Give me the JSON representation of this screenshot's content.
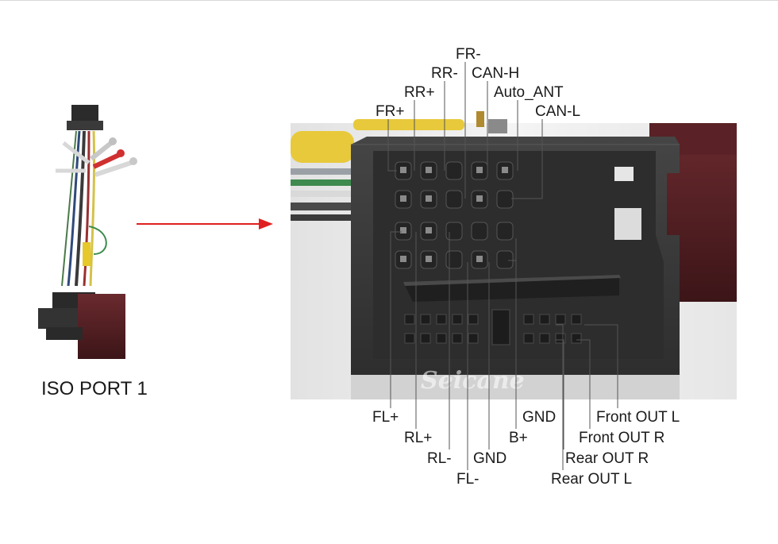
{
  "port_title": "ISO PORT 1",
  "watermark": "Seicane",
  "colors": {
    "arrow": "#e02020",
    "connector_body": "#3a3a3a",
    "photo_background": "#ececec"
  },
  "pins_top": [
    {
      "label": "FR-"
    },
    {
      "label": "RR-"
    },
    {
      "label": "CAN-H"
    },
    {
      "label": "RR+"
    },
    {
      "label": "Auto_ANT"
    },
    {
      "label": "FR+"
    },
    {
      "label": "CAN-L"
    }
  ],
  "pins_bottom": [
    {
      "label": "FL+"
    },
    {
      "label": "GND"
    },
    {
      "label": "Front OUT L"
    },
    {
      "label": "RL+"
    },
    {
      "label": "B+"
    },
    {
      "label": "Front OUT R"
    },
    {
      "label": "RL-"
    },
    {
      "label": "GND"
    },
    {
      "label": "Rear OUT R"
    },
    {
      "label": "FL-"
    },
    {
      "label": "Rear OUT L"
    }
  ]
}
